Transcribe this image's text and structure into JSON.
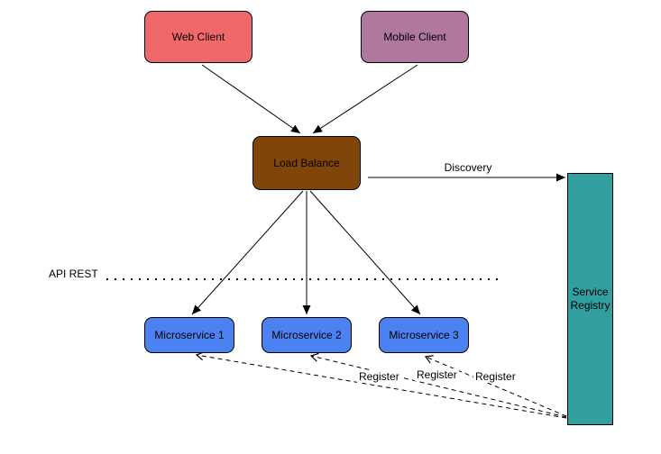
{
  "nodes": {
    "web_client": {
      "label": "Web Client",
      "fill": "#F1686B"
    },
    "mobile_client": {
      "label": "Mobile Client",
      "fill": "#B1789F"
    },
    "load_balance": {
      "label": "Load Balance",
      "fill": "#804609"
    },
    "microservice_1": {
      "label": "Microservice 1",
      "fill": "#4C81F1"
    },
    "microservice_2": {
      "label": "Microservice 2",
      "fill": "#4C81F1"
    },
    "microservice_3": {
      "label": "Microservice 3",
      "fill": "#4C81F1"
    },
    "service_registry": {
      "label": "Service Registry",
      "fill": "#319F9F"
    }
  },
  "edges": {
    "discovery_label": "Discovery",
    "api_rest_label": "API REST",
    "register_labels": [
      "Register",
      "Register",
      "Register"
    ]
  },
  "colors": {
    "line": "#000000",
    "background": "#ffffff"
  }
}
